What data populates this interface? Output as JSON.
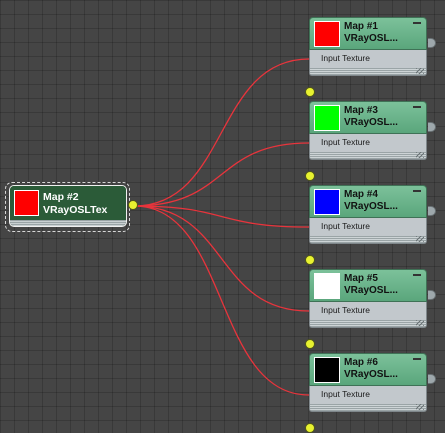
{
  "source_node": {
    "title": "Map #2",
    "type": "VRayOSLTex",
    "swatch_color": "#ff0000",
    "selected": true
  },
  "target_nodes": [
    {
      "title": "Map #1",
      "type": "VRayOSL...",
      "swatch_color": "#ff0000",
      "input_label": "Input Texture"
    },
    {
      "title": "Map #3",
      "type": "VRayOSL...",
      "swatch_color": "#00ff00",
      "input_label": "Input Texture"
    },
    {
      "title": "Map #4",
      "type": "VRayOSL...",
      "swatch_color": "#0000ff",
      "input_label": "Input Texture"
    },
    {
      "title": "Map #5",
      "type": "VRayOSL...",
      "swatch_color": "#ffffff",
      "input_label": "Input Texture"
    },
    {
      "title": "Map #6",
      "type": "VRayOSL...",
      "swatch_color": "#000000",
      "input_label": "Input Texture"
    }
  ],
  "colors": {
    "wire": "#e8343c",
    "socket": "#e8f230",
    "node_header": "#6db38c",
    "selected_header": "#2b5b38",
    "background": "#454545"
  }
}
